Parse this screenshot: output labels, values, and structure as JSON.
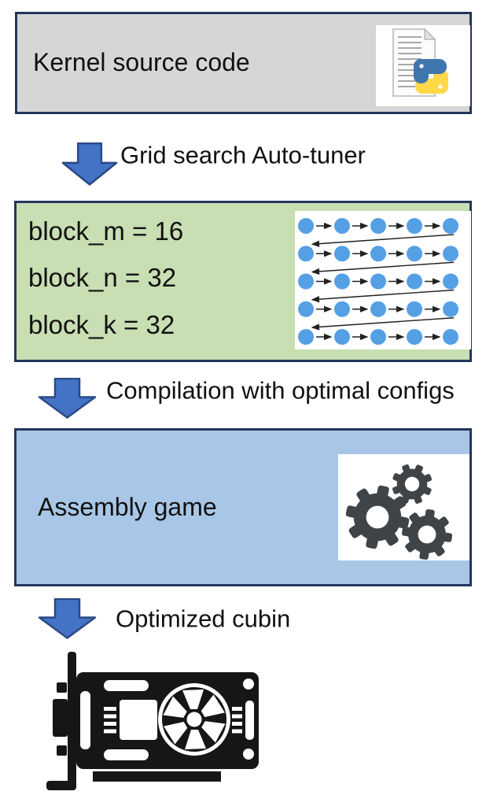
{
  "boxes": {
    "kernel": {
      "label": "Kernel source code"
    },
    "configs": {
      "params": [
        "block_m = 16",
        "block_n = 32",
        "block_k = 32"
      ]
    },
    "assembly": {
      "label": "Assembly game"
    }
  },
  "arrows": {
    "autotuner": {
      "label": "Grid search Auto-tuner"
    },
    "compile": {
      "label": "Compilation with optimal configs"
    },
    "cubin": {
      "label": "Optimized cubin"
    }
  },
  "diagram": {
    "traversal_grid": {
      "rows": 5,
      "cols": 5,
      "pattern": "row-major traversal with return arrows",
      "dot_color": "#55a0e5",
      "line_color": "#222222"
    }
  },
  "icons": {
    "kernel_box": "python-file-icon",
    "assembly_box": "gears-icon",
    "output": "gpu-card-icon",
    "flow": "down-arrow-icon"
  },
  "colors": {
    "box_border": "#24365e",
    "kernel_box_fill": "#d6d6d6",
    "configs_box_fill": "#c8deb3",
    "assembly_box_fill": "#a8c7e7",
    "arrow_fill": "#4472c4",
    "arrow_stroke": "#2a4a85",
    "dot_blue": "#55a0e5",
    "gear_gray": "#3f4448",
    "gpu_black": "#161616",
    "python_blue": "#3e76ad",
    "python_yellow": "#ffd84a",
    "text_black": "#111111"
  }
}
